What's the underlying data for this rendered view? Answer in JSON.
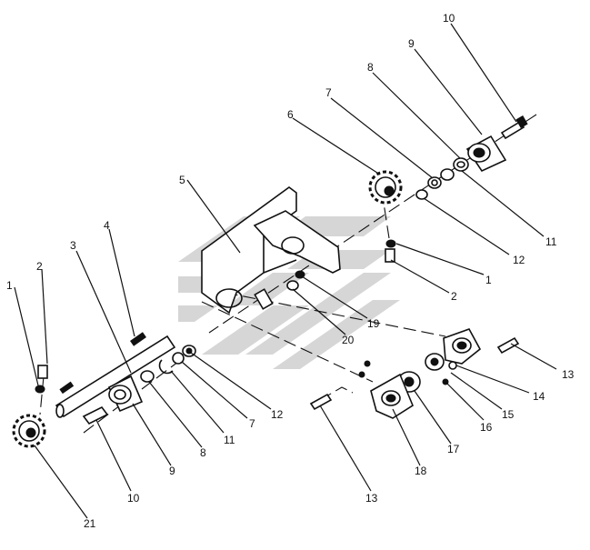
{
  "watermark": {
    "color": "#d4d4d4"
  },
  "callouts": [
    {
      "label": "1"
    },
    {
      "label": "2"
    },
    {
      "label": "3"
    },
    {
      "label": "4"
    },
    {
      "label": "5"
    },
    {
      "label": "6"
    },
    {
      "label": "7"
    },
    {
      "label": "8"
    },
    {
      "label": "9"
    },
    {
      "label": "10"
    },
    {
      "label": "11"
    },
    {
      "label": "12"
    },
    {
      "label": "1"
    },
    {
      "label": "2"
    },
    {
      "label": "11"
    },
    {
      "label": "7"
    },
    {
      "label": "8"
    },
    {
      "label": "9"
    },
    {
      "label": "10"
    },
    {
      "label": "12"
    },
    {
      "label": "19"
    },
    {
      "label": "20"
    },
    {
      "label": "13"
    },
    {
      "label": "14"
    },
    {
      "label": "15"
    },
    {
      "label": "16"
    },
    {
      "label": "17"
    },
    {
      "label": "18"
    },
    {
      "label": "13"
    },
    {
      "label": "21"
    }
  ]
}
